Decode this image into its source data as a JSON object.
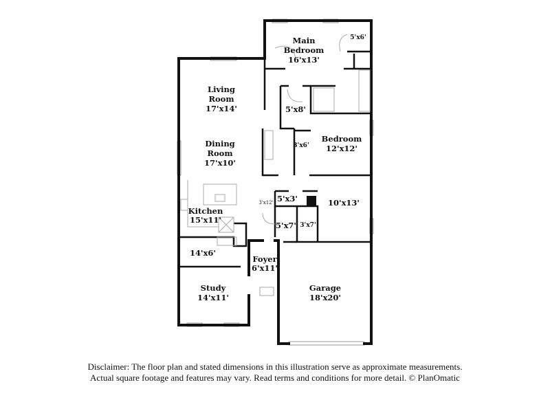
{
  "rooms": {
    "main_bedroom": {
      "name": "Main\nBedroom",
      "name1": "Main",
      "name2": "Bedroom",
      "dims": "16'x13'"
    },
    "main_closet": {
      "dims": "5'x6'"
    },
    "living_room": {
      "name1": "Living",
      "name2": "Room",
      "dims": "17'x14'"
    },
    "hall_5x8": {
      "dims": "5'x8'"
    },
    "bath_3x6": {
      "dims": "3'x6'"
    },
    "bedroom": {
      "name": "Bedroom",
      "dims": "12'x12'"
    },
    "dining_room": {
      "name1": "Dining",
      "name2": "Room",
      "dims": "17'x10'"
    },
    "hall_3x12": {
      "dims": "3'x12'"
    },
    "closet_5x3": {
      "dims": "5'x3'"
    },
    "bedroom_10x13": {
      "dims": "10'x13'"
    },
    "kitchen": {
      "name": "Kitchen",
      "dims": "15'x11'"
    },
    "bath_5x7": {
      "dims": "5'x7'"
    },
    "closet_3x7": {
      "dims": "3'x7'"
    },
    "laundry": {
      "dims": "14'x6'"
    },
    "foyer": {
      "name": "Foyer",
      "dims": "6'x11'"
    },
    "study": {
      "name": "Study",
      "dims": "14'x11'"
    },
    "garage": {
      "name": "Garage",
      "dims": "18'x20'"
    }
  },
  "disclaimer": {
    "line1": "Disclaimer: The floor plan and stated dimensions in this illustration serve as approximate measurements.",
    "line2": "Actual square footage and features may vary. Read terms and conditions for more detail. © PlanOmatic"
  }
}
